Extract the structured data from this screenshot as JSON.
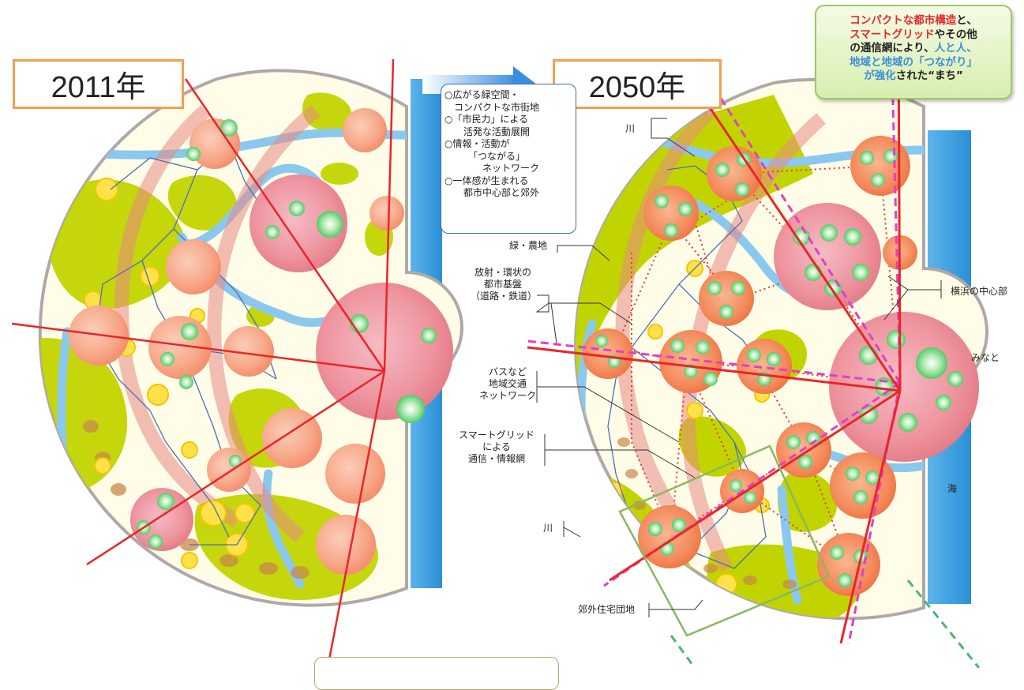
{
  "year_left": "2011年",
  "year_right": "2050年",
  "features": [
    "○広がる緑空間・",
    "　コンパクトな市街地",
    "○「市民力」による",
    "　　活発な活動展開",
    "○情報・活動が",
    "　　　「つながる」",
    "　　　　ネットワーク",
    "○一体感が生まれる",
    "　　都市中心部と郊外"
  ],
  "callout": {
    "l1a": "コンパクトな都市構造",
    "l1b": "と、",
    "l2a": "スマートグリッド",
    "l2b": "やその他",
    "l3a": "の通信網により、",
    "l3b": "人と人、",
    "l4": "地域と地域の「つながり」",
    "l5a": "が強化",
    "l5b": "された“まち”"
  },
  "labels": {
    "river_top": "川",
    "green": "緑・農地",
    "infra_1": "放射・環状の",
    "infra_2": "都市基盤",
    "infra_3": "（道路・鉄道）",
    "bus_1": "バスなど",
    "bus_2": "地域交通",
    "bus_3": "ネットワーク",
    "grid_1": "スマートグリッド",
    "grid_2": "による",
    "grid_3": "通信・情報網",
    "river_bottom": "川",
    "suburb": "郊外住宅団地",
    "center": "横浜の中心部",
    "port": "みなと",
    "sea": "海"
  },
  "colors": {
    "red_line": "#e8262a",
    "magenta_dash": "#e040c8",
    "sea_blue": "#3aa0e0",
    "river_blue": "#8ac8ee",
    "green_area": "#c2d400",
    "callout_border": "#9cc860",
    "year_border": "#f0a050"
  }
}
